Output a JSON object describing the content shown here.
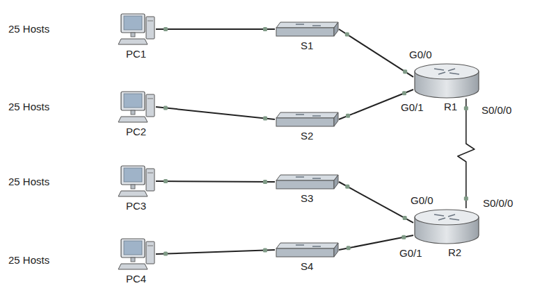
{
  "diagram": {
    "nodes": [
      {
        "text": [
          "PC1"
        ]
      },
      {
        "text": [
          "S1"
        ]
      },
      {
        "text": [
          "R1"
        ]
      },
      {
        "text": [
          "PC2"
        ]
      },
      {
        "text": [
          "S2"
        ]
      },
      {
        "text": [
          "PC3"
        ]
      },
      {
        "text": [
          "S3"
        ]
      },
      {
        "text": [
          "R2"
        ]
      },
      {
        "text": [
          "PC4"
        ]
      },
      {
        "text": [
          "S4"
        ]
      }
    ],
    "edges": [
      {
        "from": 0,
        "to": 1,
        "arrow": "none"
      },
      {
        "from": 1,
        "to": 2,
        "arrow": "none"
      },
      {
        "from": 3,
        "to": 4,
        "arrow": "none"
      },
      {
        "from": 4,
        "to": 2,
        "arrow": "none"
      },
      {
        "from": 2,
        "to": 7,
        "arrow": "none"
      },
      {
        "from": 5,
        "to": 6,
        "arrow": "none"
      },
      {
        "from": 6,
        "to": 7,
        "arrow": "none"
      },
      {
        "from": 8,
        "to": 9,
        "arrow": "none"
      },
      {
        "from": 9,
        "to": 7,
        "arrow": "none"
      }
    ],
    "labels": [
      "25 Hosts",
      "25 Hosts",
      "25 Hosts",
      "25 Hosts",
      "G0/0",
      "G0/1",
      "S0/0/0",
      "G0/0",
      "G0/1",
      "S0/0/0"
    ]
  }
}
